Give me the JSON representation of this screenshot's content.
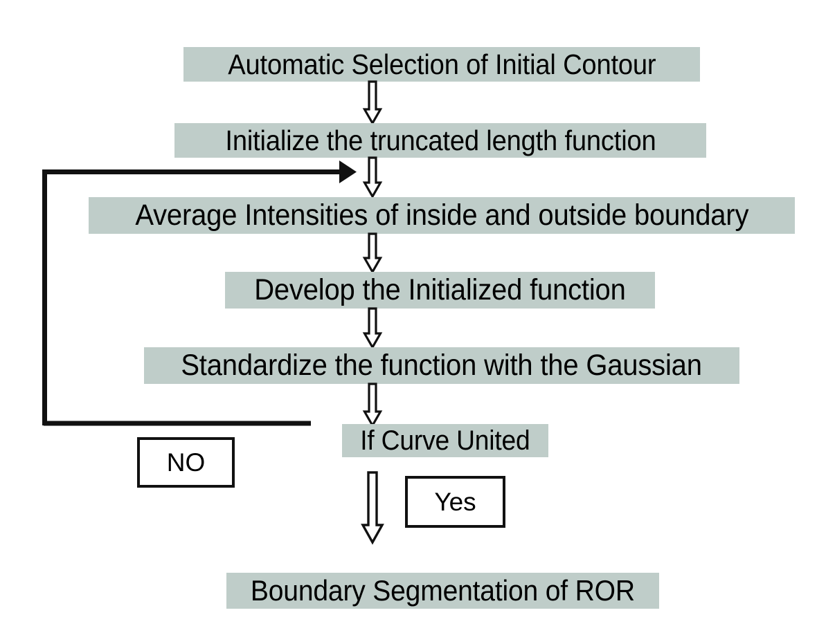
{
  "diagram": {
    "title": "Active contour boundary segmentation flowchart",
    "colors": {
      "band_fill": "#bfcdc9",
      "text": "#000000",
      "line": "#111111",
      "box_fill": "#ffffff",
      "page_background": "#ffffff"
    },
    "nodes": [
      {
        "id": "step-1",
        "label": "Automatic Selection of Initial Contour",
        "style": "highlight-band"
      },
      {
        "id": "step-2",
        "label": "Initialize the truncated length function",
        "style": "highlight-band"
      },
      {
        "id": "step-3",
        "label": "Average Intensities of inside and outside boundary",
        "style": "highlight-band"
      },
      {
        "id": "step-4",
        "label": "Develop the Initialized function",
        "style": "highlight-band"
      },
      {
        "id": "step-5",
        "label": "Standardize the function with the Gaussian",
        "style": "highlight-band"
      },
      {
        "id": "decision",
        "label": "If Curve United",
        "style": "highlight-band"
      },
      {
        "id": "result",
        "label": "Boundary Segmentation of ROR",
        "style": "highlight-band"
      }
    ],
    "branch_labels": [
      {
        "id": "no",
        "label": "NO",
        "style": "outlined-box"
      },
      {
        "id": "yes",
        "label": "Yes",
        "style": "outlined-box"
      }
    ],
    "connectors": [
      {
        "id": "arrow-1-2",
        "from": "step-1",
        "to": "step-2",
        "kind": "hollow-block-arrow-down"
      },
      {
        "id": "arrow-2-3",
        "from": "step-2",
        "to": "step-3",
        "kind": "hollow-block-arrow-down"
      },
      {
        "id": "arrow-3-4",
        "from": "step-3",
        "to": "step-4",
        "kind": "hollow-block-arrow-down"
      },
      {
        "id": "arrow-4-5",
        "from": "step-4",
        "to": "step-5",
        "kind": "hollow-block-arrow-down"
      },
      {
        "id": "arrow-5-decision",
        "from": "step-5",
        "to": "decision",
        "kind": "hollow-block-arrow-down"
      },
      {
        "id": "arrow-decision-result",
        "from": "decision",
        "to": "result",
        "kind": "hollow-block-arrow-down"
      },
      {
        "id": "feedback-loop",
        "from": "decision",
        "to": "step-3",
        "kind": "solid-line-with-filled-arrowhead",
        "label_ref": "no"
      }
    ]
  }
}
